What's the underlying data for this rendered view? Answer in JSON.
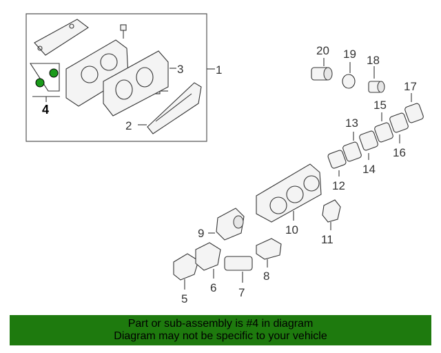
{
  "colors": {
    "banner_bg": "#1e7a0e",
    "highlight_part": "#1a9a1a",
    "line": "#333333"
  },
  "callouts": {
    "c1": "1",
    "c2": "2",
    "c3": "3",
    "c4": "4",
    "c5": "5",
    "c6": "6",
    "c7": "7",
    "c8": "8",
    "c9": "9",
    "c10": "10",
    "c11": "11",
    "c12": "12",
    "c13": "13",
    "c14": "14",
    "c15": "15",
    "c16": "16",
    "c17": "17",
    "c18": "18",
    "c19": "19",
    "c20": "20"
  },
  "banner": {
    "line1": "Part or sub-assembly is #4 in diagram",
    "line2": "Diagram may not be specific to your vehicle"
  }
}
